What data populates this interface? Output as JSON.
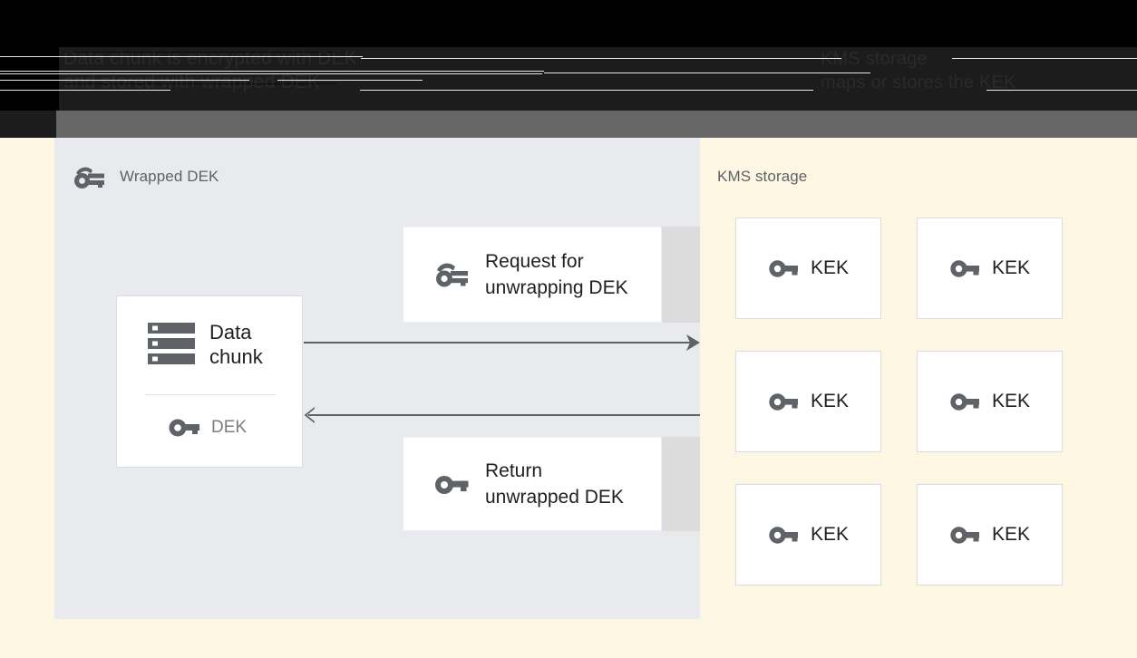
{
  "header": {
    "left_text": "Data chunk is encrypted with DEK\nand stored with wrapped DEK",
    "right_text": "KMS storage\nmaps or stores the KEK"
  },
  "colors": {
    "panel_left_bg": "#e8eaed",
    "panel_right_bg": "#fdf6e3",
    "card_bg": "#ffffff",
    "card_border": "#dadce0",
    "strip": "#dcdcdc",
    "arrow": "#5f6368",
    "icon": "#5f6368",
    "title_text": "#5f6368",
    "body_text": "#202124",
    "muted_text": "#7d7d7d",
    "header_black": "#000000",
    "header_dark": "#1c1c1c",
    "header_gray": "#666666"
  },
  "left_panel": {
    "title": "Wrapped DEK",
    "title_icon": "wrapped-key-icon",
    "data_card": {
      "icon": "server-storage-icon",
      "label": "Data\nchunk",
      "key_icon": "key-icon",
      "key_label": "DEK"
    },
    "messages": [
      {
        "icon": "wrapped-key-icon",
        "label": "Request for\nunwrapping DEK"
      },
      {
        "icon": "key-icon",
        "label": "Return\nunwrapped DEK"
      }
    ],
    "arrows": [
      {
        "direction": "right",
        "name": "request-arrow"
      },
      {
        "direction": "left",
        "name": "return-arrow"
      }
    ]
  },
  "right_panel": {
    "title": "KMS storage",
    "kek_cards": [
      {
        "icon": "key-icon",
        "label": "KEK"
      },
      {
        "icon": "key-icon",
        "label": "KEK"
      },
      {
        "icon": "key-icon",
        "label": "KEK"
      },
      {
        "icon": "key-icon",
        "label": "KEK"
      },
      {
        "icon": "key-icon",
        "label": "KEK"
      },
      {
        "icon": "key-icon",
        "label": "KEK"
      }
    ]
  }
}
